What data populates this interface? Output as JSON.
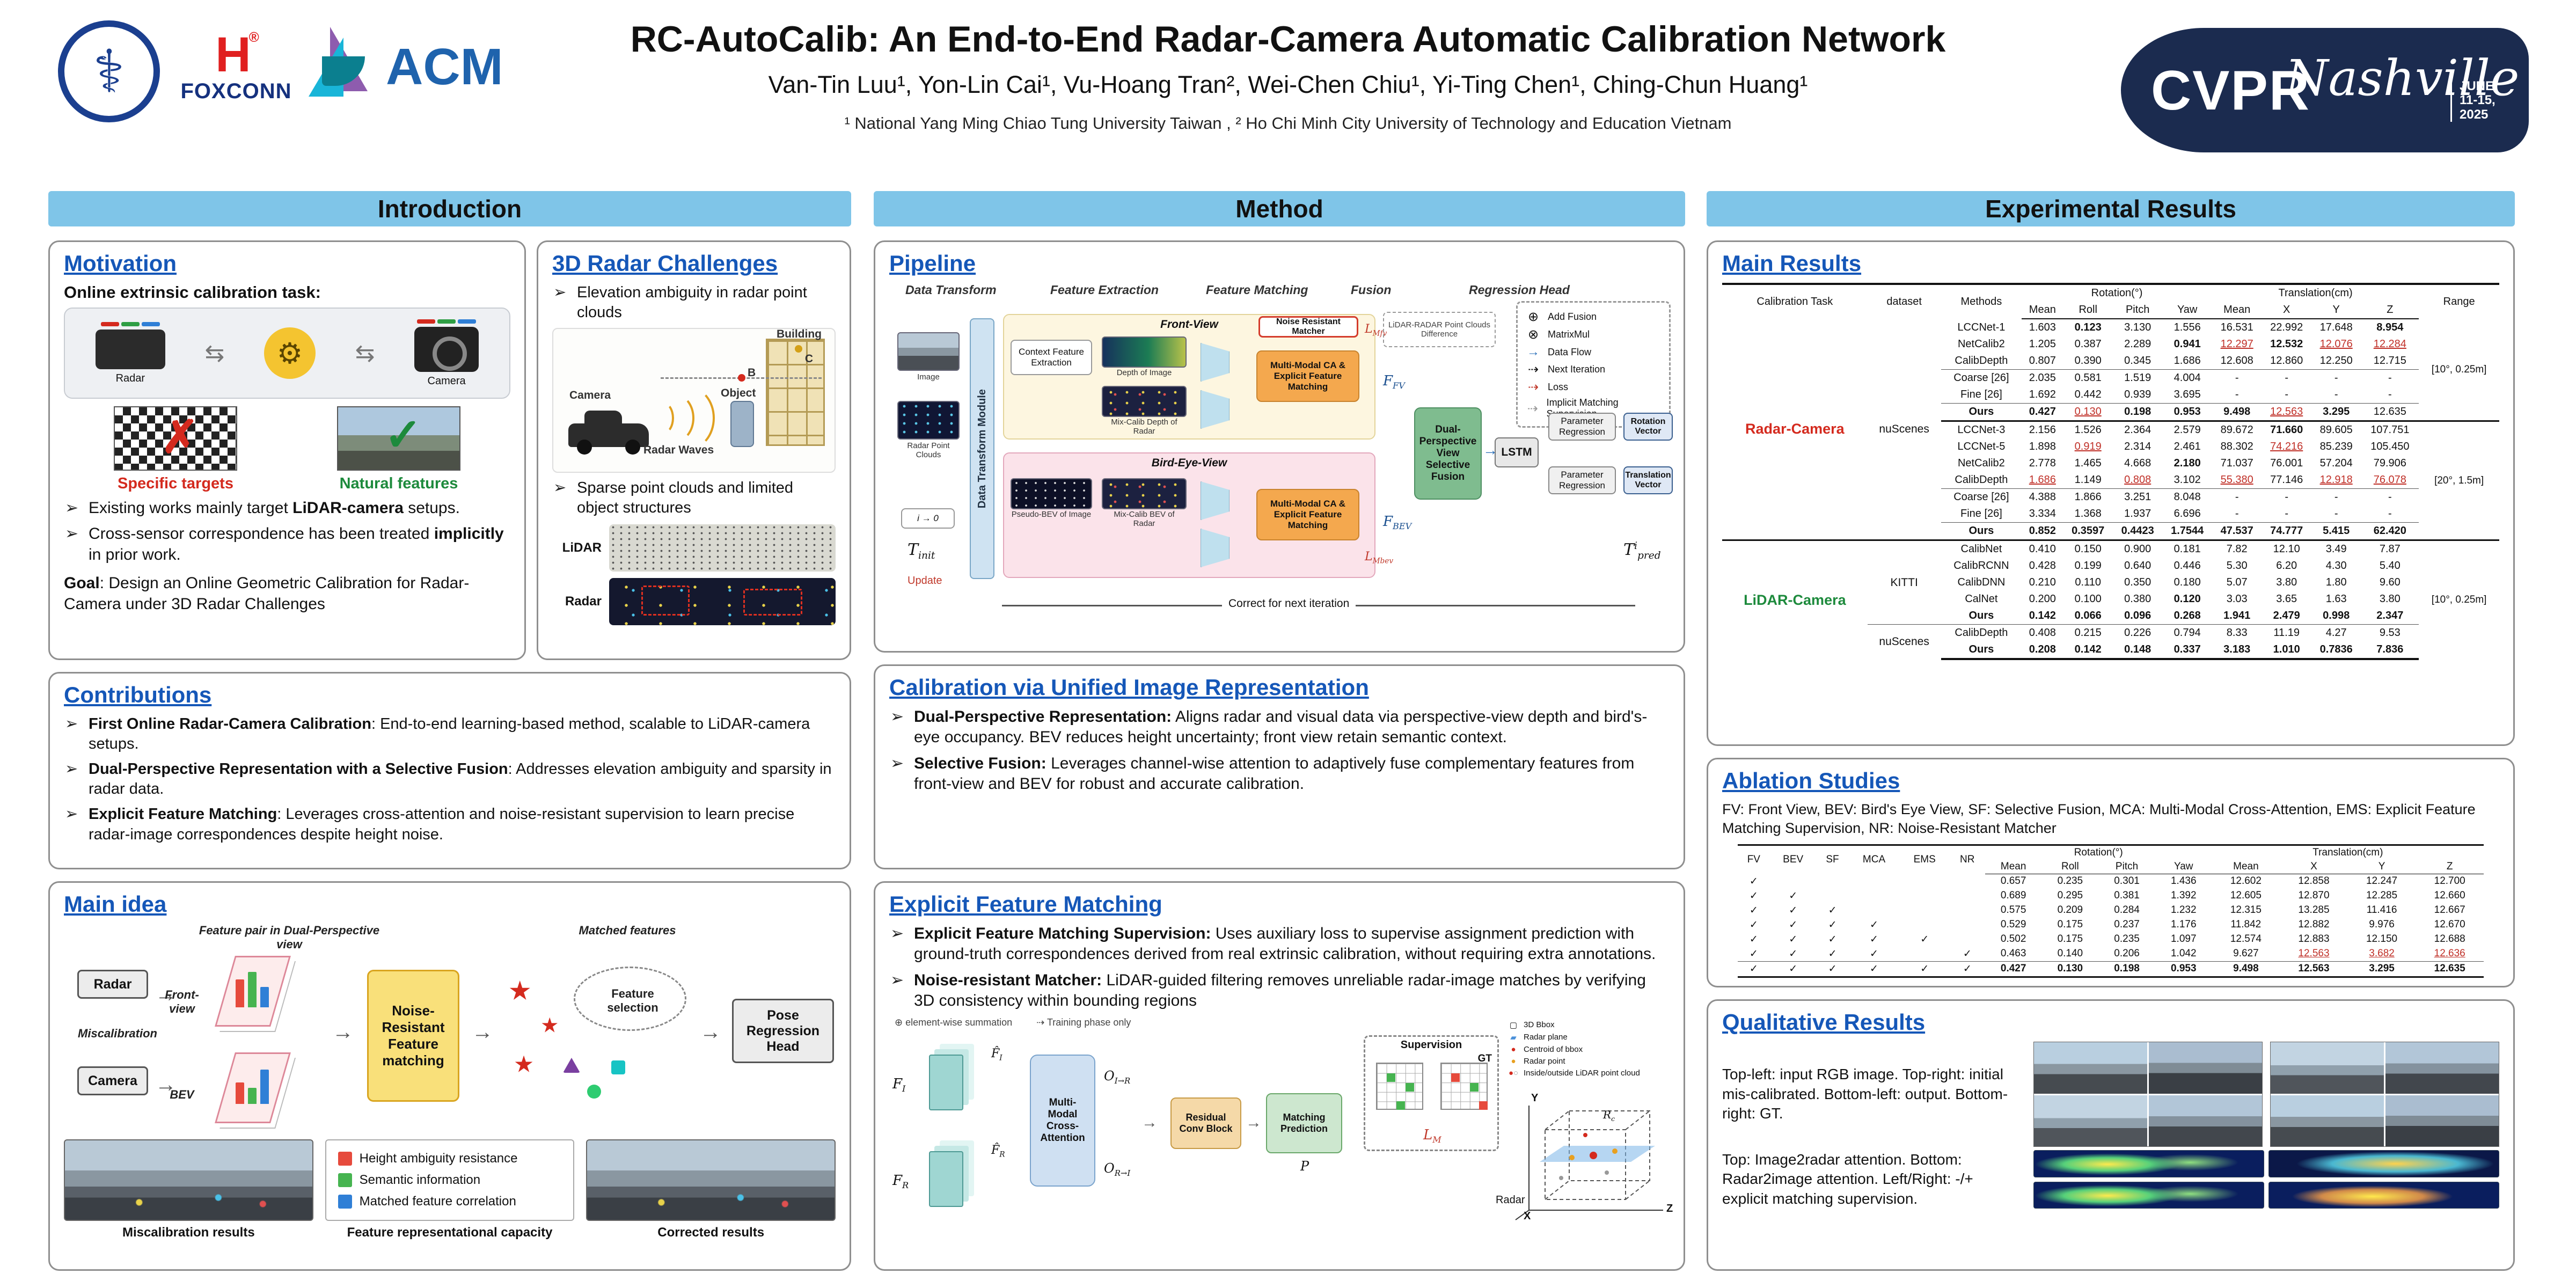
{
  "header": {
    "title": "RC-AutoCalib: An End-to-End Radar-Camera Automatic Calibration Network",
    "authors": "Van-Tin Luu¹, Yon-Lin Cai¹, Vu-Hoang Tran², Wei-Chen Chiu¹, Yi-Ting Chen¹, Ching-Chun Huang¹",
    "affiliations": "¹ National Yang Ming Chiao Tung University Taiwan , ² Ho Chi Minh City University of Technology and Education Vietnam",
    "foxconn": "FOXCONN",
    "fox_h": "H",
    "reg": "®",
    "acm": "ACM",
    "cvpr": "CVPR",
    "venue": "Nashville",
    "dates": "JUNE 11-15, 2025",
    "nycu_glyph": "⚕"
  },
  "bars": {
    "intro": "Introduction",
    "method": "Method",
    "results": "Experimental Results"
  },
  "motivation": {
    "title": "Motivation",
    "task": "Online extrinsic calibration task:",
    "radar": "Radar",
    "camera": "Camera",
    "hub_glyph": "⚙",
    "arrow": "⇆",
    "cross": "✗",
    "check": "✓",
    "specific": "Specific targets",
    "natural": "Natural features",
    "b1_pre": "Existing works mainly target ",
    "b1_bold": "LiDAR-camera",
    "b1_post": " setups.",
    "b2_pre": "Cross-sensor correspondence has been treated ",
    "b2_bold": "implicitly",
    "b2_post": " in prior work.",
    "goal_lead": "Goal",
    "goal_rest": ": Design an Online Geometric Calibration for Radar-Camera under 3D Radar Challenges"
  },
  "challenges": {
    "title": "3D Radar Challenges",
    "b1": "Elevation ambiguity in radar point clouds",
    "b2": "Sparse point clouds and limited object structures",
    "camera": "Camera",
    "radar_waves": "Radar Waves",
    "object": "Object",
    "building": "Building",
    "point_b": "B",
    "point_c": "C",
    "lidar": "LiDAR",
    "radar": "Radar"
  },
  "contributions": {
    "title": "Contributions",
    "items": [
      {
        "bold": "First Online Radar-Camera Calibration",
        "rest": ": End-to-end learning-based method, scalable to LiDAR-camera setups."
      },
      {
        "bold": "Dual-Perspective Representation with a Selective Fusion",
        "rest": ": Addresses elevation ambiguity and sparsity in radar data."
      },
      {
        "bold": "Explicit Feature Matching",
        "rest": ": Leverages cross-attention and noise-resistant supervision to learn precise radar-image correspondences despite height noise."
      }
    ]
  },
  "main_idea": {
    "title": "Main idea",
    "feature_pair": "Feature pair in Dual-Perspective view",
    "matched": "Matched features",
    "radar": "Radar",
    "camera": "Camera",
    "miscalibration": "Miscalibration",
    "front_view": "Front-view",
    "bev": "BEV",
    "nr_matching": "Noise-Resistant Feature matching",
    "feature_selection": "Feature selection",
    "pose_head": "Pose Regression Head",
    "cap_left": "Miscalibration results",
    "cap_mid": "Feature representational capacity",
    "cap_right": "Corrected results",
    "legend": [
      {
        "color": "#e64a3c",
        "label": "Height ambiguity resistance"
      },
      {
        "color": "#46b450",
        "label": "Semantic information"
      },
      {
        "color": "#2f7fd6",
        "label": "Matched feature correlation"
      }
    ]
  },
  "pipeline": {
    "title": "Pipeline",
    "stages": [
      "Data Transform",
      "Feature Extraction",
      "Feature Matching",
      "Fusion",
      "Regression Head"
    ],
    "dtm": "Data Transform Module",
    "front_view": "Front-View",
    "bev": "Bird-Eye-View",
    "image": "Image",
    "radar_pc": "Radar Point Clouds",
    "cfe": "Context Feature Extraction",
    "depth_img": "Depth of Image",
    "mix_depth": "Mix-Calib Depth of Radar",
    "pseudo_bev": "Pseudo-BEV of Image",
    "mix_bev": "Mix-Calib BEV of Radar",
    "nrm": "Noise Resistant Matcher",
    "mmca": "Multi-Modal CA & Explicit Feature Matching",
    "lrdiff": "LiDAR-RADAR Point Clouds Difference",
    "fusion": "Dual-Perspective View Selective Fusion",
    "lstm": "LSTM",
    "param_reg": "Parameter Regression",
    "rot_vec": "Rotation Vector",
    "trans_vec": "Translation Vector",
    "correct": "Correct for next iteration",
    "update": "Update",
    "iter": "i → 0",
    "legend": {
      "add_fusion": "Add Fusion",
      "matrixmul": "MatrixMul",
      "data_flow": "Data Flow",
      "next_iter": "Next Iteration",
      "loss": "Loss",
      "implicit": "Implicit Matching Supervision"
    },
    "math": {
      "t_init_b": "T",
      "t_init_s": "init",
      "t_pred_b": "T",
      "t_pred_sup": "i",
      "t_pred_s": "pred",
      "f_fv_b": "F",
      "f_fv_s": "FV",
      "f_bev_b": "F",
      "f_bev_s": "BEV",
      "l_mfv_b": "L",
      "l_mfv_s": "Mfv",
      "l_mbev_b": "L",
      "l_mbev_s": "Mbev"
    }
  },
  "unified": {
    "title": "Calibration via Unified Image Representation",
    "items": [
      {
        "bold": "Dual-Perspective Representation:",
        "rest": " Aligns radar and visual data via perspective-view depth and bird's-eye occupancy. BEV reduces height uncertainty; front view retain semantic context."
      },
      {
        "bold": "Selective Fusion:",
        "rest": " Leverages channel-wise attention to adaptively fuse complementary features from front-view and BEV for robust and accurate calibration."
      }
    ]
  },
  "efm": {
    "title": "Explicit Feature Matching",
    "items": [
      {
        "bold": "Explicit Feature Matching Supervision:",
        "rest": " Uses auxiliary loss to supervise assignment prediction with ground-truth correspondences derived from real extrinsic calibration, without requiring extra annotations."
      },
      {
        "bold": "Noise-resistant Matcher:",
        "rest": " LiDAR-guided filtering removes unreliable radar-image matches by verifying 3D consistency within bounding regions"
      }
    ],
    "diagram": {
      "legend_sum": "element-wise summation",
      "legend_train": "Training phase only",
      "mmca": "Multi-Modal Cross-Attention",
      "rcb": "Residual Conv Block",
      "mp": "Matching Prediction",
      "supervision": "Supervision",
      "gt": "GT",
      "bbox_title": "3D Bbox",
      "radar_plane": "Radar plane",
      "centroid": "Centroid of bbox",
      "radar_point": "Radar point",
      "inout": "Inside/outside LiDAR point cloud",
      "radar": "Radar",
      "x": "X",
      "y": "Y",
      "z": "Z",
      "math": {
        "f_i_b": "F",
        "f_i_s": "I",
        "f_r_b": "F",
        "f_r_s": "R",
        "fhat_i_b": "F̂",
        "fhat_i_s": "I",
        "fhat_r_b": "F̂",
        "fhat_r_s": "R",
        "o_ir_b": "O",
        "o_ir_s": "I→R",
        "o_ri_b": "O",
        "o_ri_s": "R→I",
        "l_m_b": "L",
        "l_m_s": "M",
        "p": "P",
        "rc_b": "R",
        "rc_s": "c"
      }
    }
  },
  "results_main": {
    "title": "Main Results",
    "table": {
      "head": [
        [
          {
            "t": "Calibration Task",
            "rs": 2
          },
          {
            "t": "dataset",
            "rs": 2
          },
          {
            "t": "Methods",
            "rs": 2
          },
          {
            "t": "Rotation(°)",
            "cs": 4
          },
          {
            "t": "Translation(cm)",
            "cs": 4
          },
          {
            "t": "Range",
            "rs": 2
          }
        ],
        [
          "Mean",
          "Roll",
          "Pitch",
          "Yaw",
          "Mean",
          "X",
          "Y",
          "Z"
        ]
      ],
      "rows": [
        {
          "cells": [
            {
              "t": "Radar-Camera",
              "rs": 13,
              "c": "task tr-red"
            },
            {
              "t": "nuScenes",
              "rs": 13,
              "c": "ds"
            },
            "LCCNet-1",
            "1.603",
            {
              "t": "0.123",
              "c": "b"
            },
            "3.130",
            "1.556",
            "16.531",
            "22.992",
            "17.648",
            {
              "t": "8.954",
              "c": "b"
            },
            {
              "t": "[10°, 0.25m]",
              "rs": 6,
              "c": "range"
            }
          ]
        },
        [
          "NetCalib2",
          "1.205",
          "0.387",
          "2.289",
          {
            "t": "0.941",
            "c": "b"
          },
          {
            "t": "12.297",
            "c": "r"
          },
          {
            "t": "12.532",
            "c": "b"
          },
          {
            "t": "12.076",
            "c": "r"
          },
          {
            "t": "12.284",
            "c": "r"
          }
        ],
        [
          "CalibDepth",
          "0.807",
          "0.390",
          "0.345",
          "1.686",
          "12.608",
          "12.860",
          "12.250",
          "12.715"
        ],
        {
          "c": "sep",
          "cells": [
            "Coarse [26]",
            "2.035",
            "0.581",
            "1.519",
            "4.004",
            "-",
            "-",
            "-",
            "-"
          ]
        },
        [
          "Fine [26]",
          "1.692",
          "0.442",
          "0.939",
          "3.695",
          "-",
          "-",
          "-",
          "-"
        ],
        {
          "c": "sep",
          "cells": [
            {
              "t": "Ours",
              "c": "b"
            },
            {
              "t": "0.427",
              "c": "b"
            },
            {
              "t": "0.130",
              "c": "r"
            },
            {
              "t": "0.198",
              "c": "b"
            },
            {
              "t": "0.953",
              "c": "b"
            },
            {
              "t": "9.498",
              "c": "b"
            },
            {
              "t": "12.563",
              "c": "r"
            },
            {
              "t": "3.295",
              "c": "b"
            },
            "12.635"
          ]
        },
        {
          "c": "sep2",
          "cells": [
            "LCCNet-3",
            "2.156",
            "1.526",
            "2.364",
            "2.579",
            "89.672",
            {
              "t": "71.660",
              "c": "b"
            },
            "89.605",
            "107.751",
            {
              "t": "[20°, 1.5m]",
              "rs": 7,
              "c": "range"
            }
          ]
        },
        [
          "LCCNet-5",
          "1.898",
          {
            "t": "0.919",
            "c": "r"
          },
          "2.314",
          "2.461",
          "88.302",
          {
            "t": "74.216",
            "c": "r"
          },
          "85.239",
          "105.450"
        ],
        [
          "NetCalib2",
          "2.778",
          "1.465",
          "4.668",
          {
            "t": "2.180",
            "c": "b"
          },
          "71.037",
          "76.001",
          "57.204",
          "79.906"
        ],
        [
          "CalibDepth",
          {
            "t": "1.686",
            "c": "r"
          },
          "1.149",
          {
            "t": "0.808",
            "c": "r"
          },
          "3.102",
          {
            "t": "55.380",
            "c": "r"
          },
          "77.146",
          {
            "t": "12.918",
            "c": "r"
          },
          {
            "t": "76.078",
            "c": "r"
          }
        ],
        {
          "c": "sep",
          "cells": [
            "Coarse [26]",
            "4.388",
            "1.866",
            "3.251",
            "8.048",
            "-",
            "-",
            "-",
            "-"
          ]
        },
        [
          "Fine [26]",
          "3.334",
          "1.368",
          "1.937",
          "6.696",
          "-",
          "-",
          "-",
          "-"
        ],
        {
          "c": "sep",
          "cells": [
            {
              "t": "Ours",
              "c": "b"
            },
            {
              "t": "0.852",
              "c": "b"
            },
            {
              "t": "0.3597",
              "c": "b"
            },
            {
              "t": "0.4423",
              "c": "b"
            },
            {
              "t": "1.7544",
              "c": "b"
            },
            {
              "t": "47.537",
              "c": "b"
            },
            {
              "t": "74.777",
              "c": "b"
            },
            {
              "t": "5.415",
              "c": "b"
            },
            {
              "t": "62.420",
              "c": "b"
            }
          ]
        },
        {
          "c": "sep2",
          "cells": [
            {
              "t": "LiDAR-Camera",
              "rs": 7,
              "c": "task tg-green"
            },
            {
              "t": "KITTI",
              "rs": 5,
              "c": "ds"
            },
            "CalibNet",
            "0.410",
            "0.150",
            "0.900",
            "0.181",
            "7.82",
            "12.10",
            "3.49",
            "7.87",
            {
              "t": "[10°, 0.25m]",
              "rs": 7,
              "c": "range"
            }
          ]
        },
        [
          "CalibRCNN",
          "0.428",
          "0.199",
          "0.640",
          "0.446",
          "5.30",
          "6.20",
          "4.30",
          "5.40"
        ],
        [
          "CalibDNN",
          "0.210",
          "0.110",
          "0.350",
          "0.180",
          "5.07",
          "3.80",
          "1.80",
          "9.60"
        ],
        [
          "CalNet",
          "0.200",
          "0.100",
          "0.380",
          {
            "t": "0.120",
            "c": "b"
          },
          "3.03",
          "3.65",
          "1.63",
          "3.80"
        ],
        [
          {
            "t": "Ours",
            "c": "b"
          },
          {
            "t": "0.142",
            "c": "b"
          },
          {
            "t": "0.066",
            "c": "b"
          },
          {
            "t": "0.096",
            "c": "b"
          },
          {
            "t": "0.268",
            "c": "b"
          },
          {
            "t": "1.941",
            "c": "b"
          },
          {
            "t": "2.479",
            "c": "b"
          },
          {
            "t": "0.998",
            "c": "b"
          },
          {
            "t": "2.347",
            "c": "b"
          }
        ],
        {
          "c": "sep",
          "cells": [
            {
              "t": "nuScenes",
              "rs": 2,
              "c": "ds"
            },
            "CalibDepth",
            "0.408",
            "0.215",
            "0.226",
            "0.794",
            "8.33",
            "11.19",
            "4.27",
            "9.53"
          ]
        },
        [
          {
            "t": "Ours",
            "c": "b"
          },
          {
            "t": "0.208",
            "c": "b"
          },
          {
            "t": "0.142",
            "c": "b"
          },
          {
            "t": "0.148",
            "c": "b"
          },
          {
            "t": "0.337",
            "c": "b"
          },
          {
            "t": "3.183",
            "c": "b"
          },
          {
            "t": "1.010",
            "c": "b"
          },
          {
            "t": "0.7836",
            "c": "b"
          },
          {
            "t": "7.836",
            "c": "b"
          }
        ]
      ]
    }
  },
  "ablation": {
    "title": "Ablation Studies",
    "desc": "FV: Front View, BEV: Bird's Eye View, SF: Selective Fusion, MCA: Multi-Modal Cross-Attention,  EMS: Explicit Feature Matching Supervision, NR: Noise-Resistant Matcher",
    "table": {
      "head": [
        [
          {
            "t": "FV",
            "rs": 2
          },
          {
            "t": "BEV",
            "rs": 2
          },
          {
            "t": "SF",
            "rs": 2
          },
          {
            "t": "MCA",
            "rs": 2
          },
          {
            "t": "EMS",
            "rs": 2
          },
          {
            "t": "NR",
            "rs": 2
          },
          {
            "t": "Rotation(°)",
            "cs": 4
          },
          {
            "t": "Translation(cm)",
            "cs": 4
          }
        ],
        [
          "Mean",
          "Roll",
          "Pitch",
          "Yaw",
          "Mean",
          "X",
          "Y",
          "Z"
        ]
      ],
      "rows": [
        [
          "✓",
          "",
          "",
          "",
          "",
          "",
          "0.657",
          "0.235",
          "0.301",
          "1.436",
          "12.602",
          "12.858",
          "12.247",
          "12.700"
        ],
        [
          "✓",
          "✓",
          "",
          "",
          "",
          "",
          "0.689",
          "0.295",
          "0.381",
          "1.392",
          "12.605",
          "12.870",
          "12.285",
          "12.660"
        ],
        [
          "✓",
          "✓",
          "✓",
          "",
          "",
          "",
          "0.575",
          "0.209",
          "0.284",
          "1.232",
          "12.315",
          "13.285",
          "11.416",
          "12.667"
        ],
        [
          "✓",
          "✓",
          "✓",
          "✓",
          "",
          "",
          "0.529",
          "0.175",
          "0.237",
          "1.176",
          "11.842",
          "12.882",
          "9.976",
          "12.670"
        ],
        [
          "✓",
          "✓",
          "✓",
          "✓",
          "✓",
          "",
          "0.502",
          "0.175",
          "0.235",
          "1.097",
          "12.574",
          "12.883",
          "12.150",
          "12.688"
        ],
        [
          "✓",
          "✓",
          "✓",
          "✓",
          "",
          "✓",
          "0.463",
          "0.140",
          "0.206",
          "1.042",
          "9.627",
          {
            "t": "12.563",
            "c": "r"
          },
          {
            "t": "3.682",
            "c": "r"
          },
          {
            "t": "12.636",
            "c": "r"
          }
        ],
        {
          "c": "sep",
          "cells": [
            "✓",
            "✓",
            "✓",
            "✓",
            "✓",
            "✓",
            {
              "t": "0.427",
              "c": "b"
            },
            {
              "t": "0.130",
              "c": "b"
            },
            {
              "t": "0.198",
              "c": "b"
            },
            {
              "t": "0.953",
              "c": "b"
            },
            {
              "t": "9.498",
              "c": "b"
            },
            {
              "t": "12.563",
              "c": "b"
            },
            {
              "t": "3.295",
              "c": "b"
            },
            {
              "t": "12.635",
              "c": "b"
            }
          ]
        }
      ]
    }
  },
  "qualitative": {
    "title": "Qualitative Results",
    "cap1": "Top-left: input RGB image. Top-right: initial mis-calibrated. Bottom-left: output. Bottom-right: GT.",
    "cap2": "Top: Image2radar attention. Bottom: Radar2image attention. Left/Right: -/+ explicit matching supervision."
  }
}
